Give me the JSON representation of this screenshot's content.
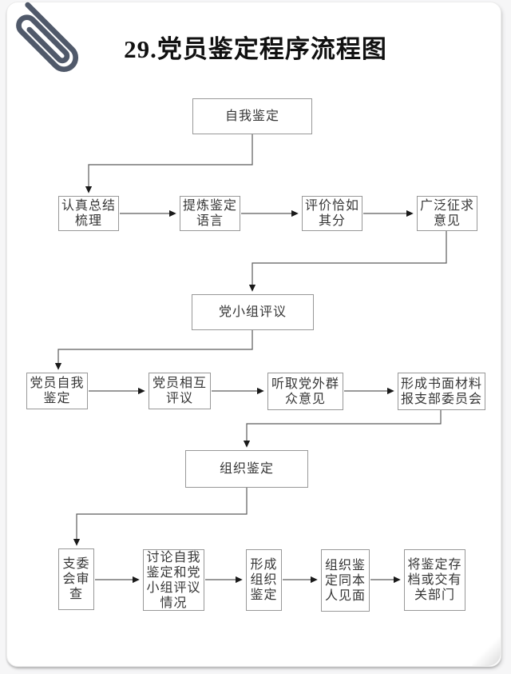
{
  "page": {
    "title": "29.党员鉴定程序流程图"
  },
  "decorations": {
    "paperclip": "paperclip-icon",
    "paperclip_color": "#50596a"
  },
  "style": {
    "box_border_color": "#989898",
    "line_color": "#5c5c5c",
    "arrowhead_color": "#1a1a1a",
    "text_color": "#363636",
    "paper_color": "#ffffff"
  },
  "flowchart": {
    "nodes": [
      {
        "id": "self-appraisal",
        "label": "自我鉴定"
      },
      {
        "id": "summarize",
        "label": "认真总结\n梳理"
      },
      {
        "id": "refine-language",
        "label": "提炼鉴定\n语言"
      },
      {
        "id": "fair-evaluation",
        "label": "评价恰如\n其分"
      },
      {
        "id": "solicit-opinions",
        "label": "广泛征求\n意见"
      },
      {
        "id": "group-review",
        "label": "党小组评议"
      },
      {
        "id": "member-self",
        "label": "党员自我\n鉴定"
      },
      {
        "id": "mutual-review",
        "label": "党员相互\n评议"
      },
      {
        "id": "outside-opinions",
        "label": "听取党外群\n众意见"
      },
      {
        "id": "written-materials",
        "label": "形成书面材料\n报支部委员会"
      },
      {
        "id": "org-appraisal",
        "label": "组织鉴定"
      },
      {
        "id": "committee-review",
        "label": "支委\n会审\n查"
      },
      {
        "id": "discuss-results",
        "label": "讨论自我\n鉴定和党\n小组评议\n情况"
      },
      {
        "id": "form-org-appraisal",
        "label": "形成\n组织\n鉴定"
      },
      {
        "id": "meet-person",
        "label": "组织鉴\n定同本\n人见面"
      },
      {
        "id": "archive",
        "label": "将鉴定存\n档或交有\n关部门"
      }
    ],
    "edges": [
      {
        "from": "self-appraisal",
        "to": "summarize"
      },
      {
        "from": "summarize",
        "to": "refine-language"
      },
      {
        "from": "refine-language",
        "to": "fair-evaluation"
      },
      {
        "from": "fair-evaluation",
        "to": "solicit-opinions"
      },
      {
        "from": "solicit-opinions",
        "to": "group-review"
      },
      {
        "from": "group-review",
        "to": "member-self"
      },
      {
        "from": "member-self",
        "to": "mutual-review"
      },
      {
        "from": "mutual-review",
        "to": "outside-opinions"
      },
      {
        "from": "outside-opinions",
        "to": "written-materials"
      },
      {
        "from": "written-materials",
        "to": "org-appraisal"
      },
      {
        "from": "org-appraisal",
        "to": "committee-review"
      },
      {
        "from": "committee-review",
        "to": "discuss-results"
      },
      {
        "from": "discuss-results",
        "to": "form-org-appraisal"
      },
      {
        "from": "form-org-appraisal",
        "to": "meet-person"
      },
      {
        "from": "meet-person",
        "to": "archive"
      }
    ]
  }
}
